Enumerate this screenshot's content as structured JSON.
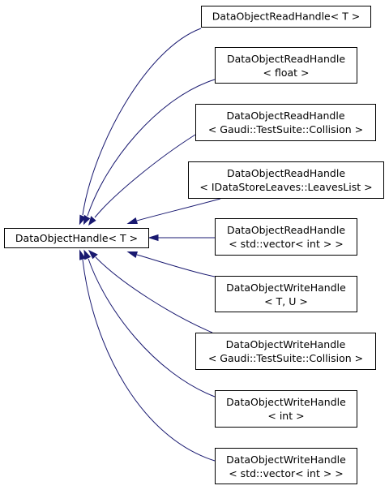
{
  "diagram": {
    "base": {
      "id": "base",
      "lines": [
        "DataObjectHandle< T >"
      ]
    },
    "derived": [
      {
        "id": "read-t",
        "lines": [
          "DataObjectReadHandle< T >"
        ]
      },
      {
        "id": "read-float",
        "lines": [
          "DataObjectReadHandle",
          "< float >"
        ]
      },
      {
        "id": "read-collision",
        "lines": [
          "DataObjectReadHandle",
          "< Gaudi::TestSuite::Collision >"
        ]
      },
      {
        "id": "read-leaves",
        "lines": [
          "DataObjectReadHandle",
          "< IDataStoreLeaves::LeavesList >"
        ]
      },
      {
        "id": "read-vector",
        "lines": [
          "DataObjectReadHandle",
          "< std::vector< int > >"
        ]
      },
      {
        "id": "write-tu",
        "lines": [
          "DataObjectWriteHandle",
          "< T, U >"
        ]
      },
      {
        "id": "write-collision",
        "lines": [
          "DataObjectWriteHandle",
          "< Gaudi::TestSuite::Collision >"
        ]
      },
      {
        "id": "write-int",
        "lines": [
          "DataObjectWriteHandle",
          "< int >"
        ]
      },
      {
        "id": "write-vector",
        "lines": [
          "DataObjectWriteHandle",
          "< std::vector< int > >"
        ]
      }
    ],
    "colors": {
      "edge": "#191970",
      "node_border": "#000000",
      "node_fill": "#ffffff"
    }
  }
}
